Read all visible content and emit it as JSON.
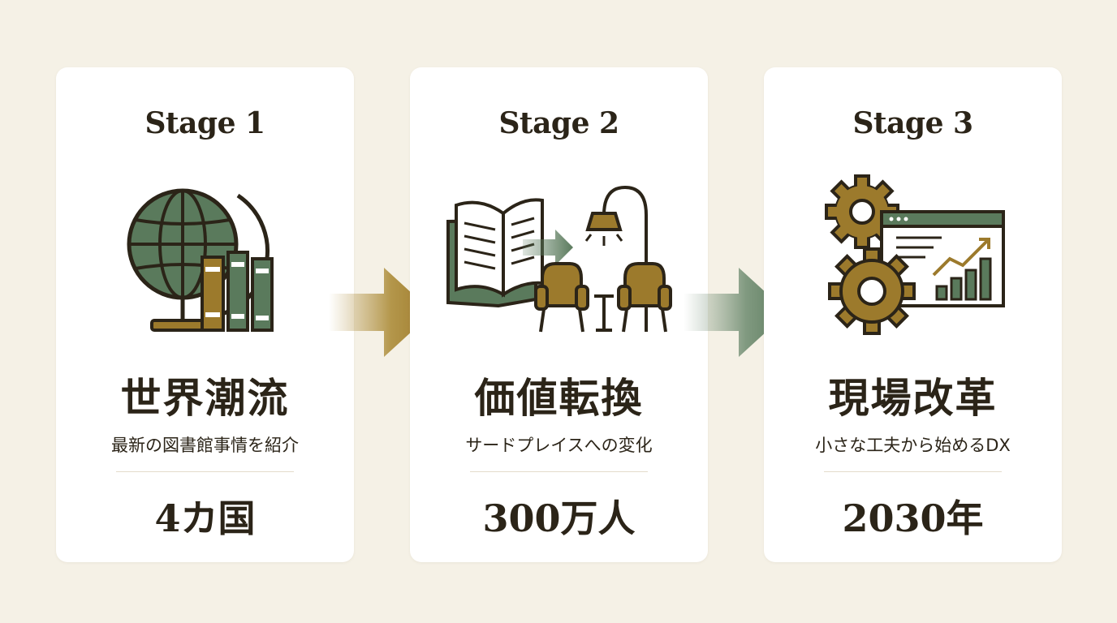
{
  "stages": [
    {
      "label": "Stage 1",
      "title": "世界潮流",
      "subtitle": "最新の図書館事情を紹介",
      "metric": "4カ国",
      "icon": "globe-and-books-icon"
    },
    {
      "label": "Stage 2",
      "title": "価値転換",
      "subtitle": "サードプレイスへの変化",
      "metric": "300万人",
      "icon": "book-to-lounge-icon"
    },
    {
      "label": "Stage 3",
      "title": "現場改革",
      "subtitle": "小さな工夫から始めるDX",
      "metric": "2030年",
      "icon": "gears-and-dashboard-icon"
    }
  ],
  "colors": {
    "green": "#5a7a5c",
    "gold": "#9c7a2c",
    "ink": "#2b2418",
    "background": "#f5f1e6"
  }
}
